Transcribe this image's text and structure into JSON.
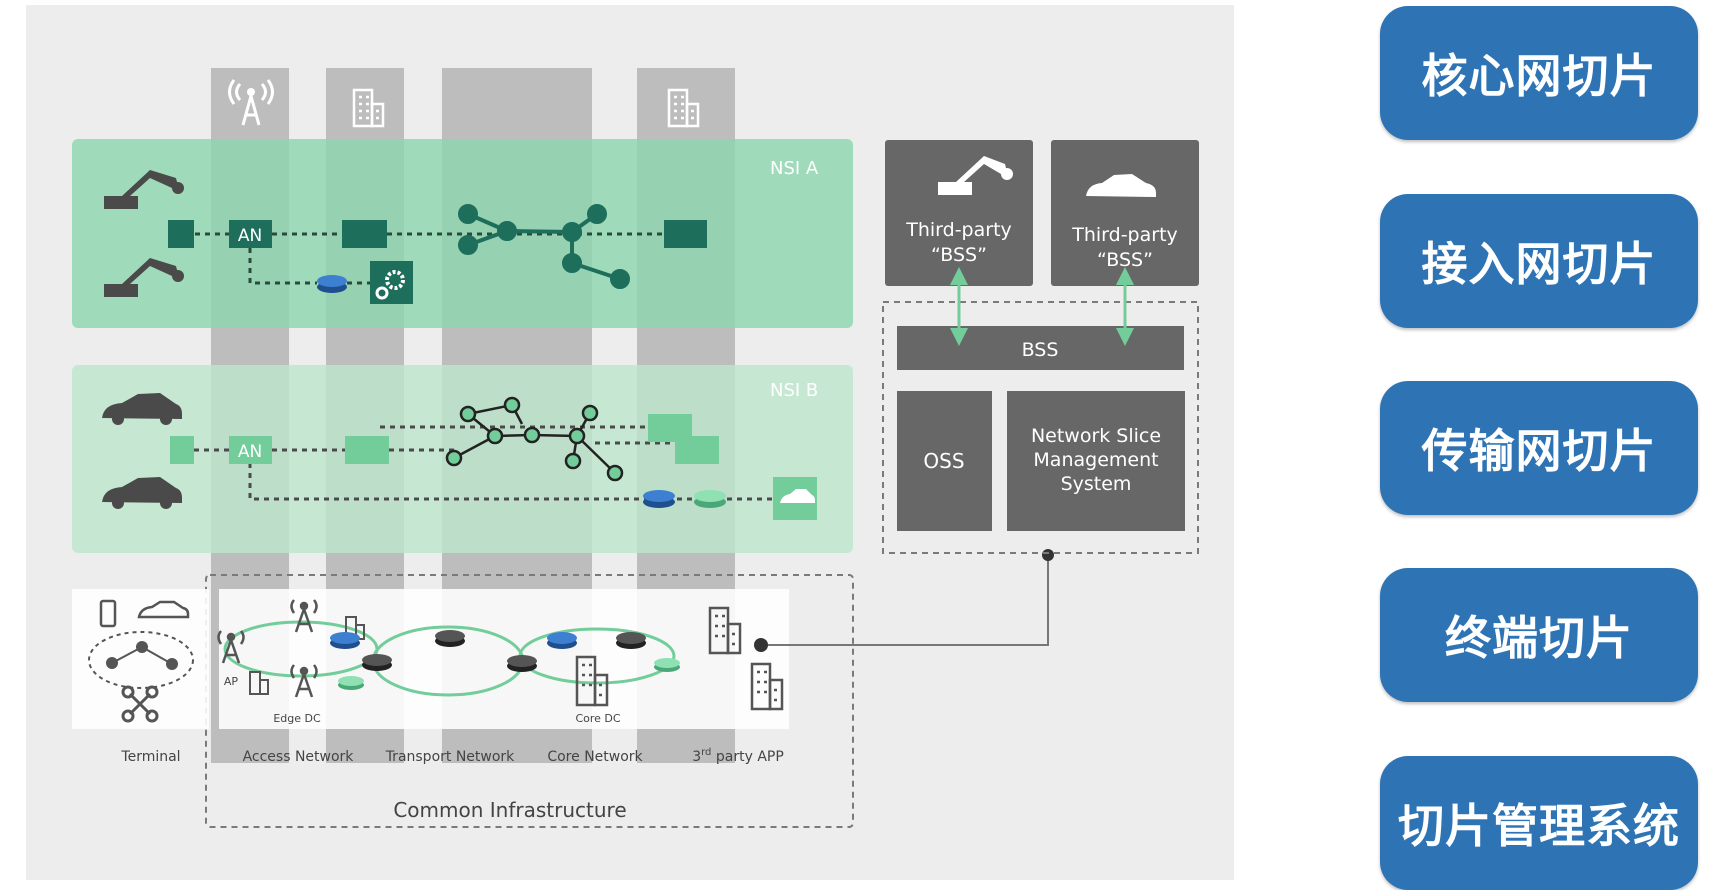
{
  "diagram": {
    "nsi_a_label": "NSI A",
    "nsi_b_label": "NSI B",
    "an_label": "AN",
    "third_party_bss_1": [
      "Third-party",
      "“BSS”"
    ],
    "third_party_bss_2": [
      "Third-party",
      "“BSS”"
    ],
    "bss_label": "BSS",
    "oss_label": "OSS",
    "nsms_label": [
      "Network Slice",
      "Management",
      "System"
    ],
    "ap_label": "AP",
    "edge_dc_label": "Edge DC",
    "core_dc_label": "Core DC",
    "terminal_label": "Terminal",
    "access_network_label": "Access Network",
    "transport_network_label": "Transport Network",
    "core_network_label": "Core Network",
    "third_party_app": {
      "prefix": "3",
      "sup": "rd",
      "rest": " party APP"
    },
    "common_infrastructure_label": "Common Infrastructure"
  },
  "side_buttons": [
    "核心网切片",
    "接入网切片",
    "传输网切片",
    "终端切片",
    "切片管理系统"
  ],
  "colors": {
    "slice_a": "#8ED7AE",
    "slice_b": "#BDE6CC",
    "node_dark": "#1E6E5C",
    "node_light": "#72CD9A",
    "gray_box": "#676767",
    "button_blue": "#2E74B5"
  }
}
